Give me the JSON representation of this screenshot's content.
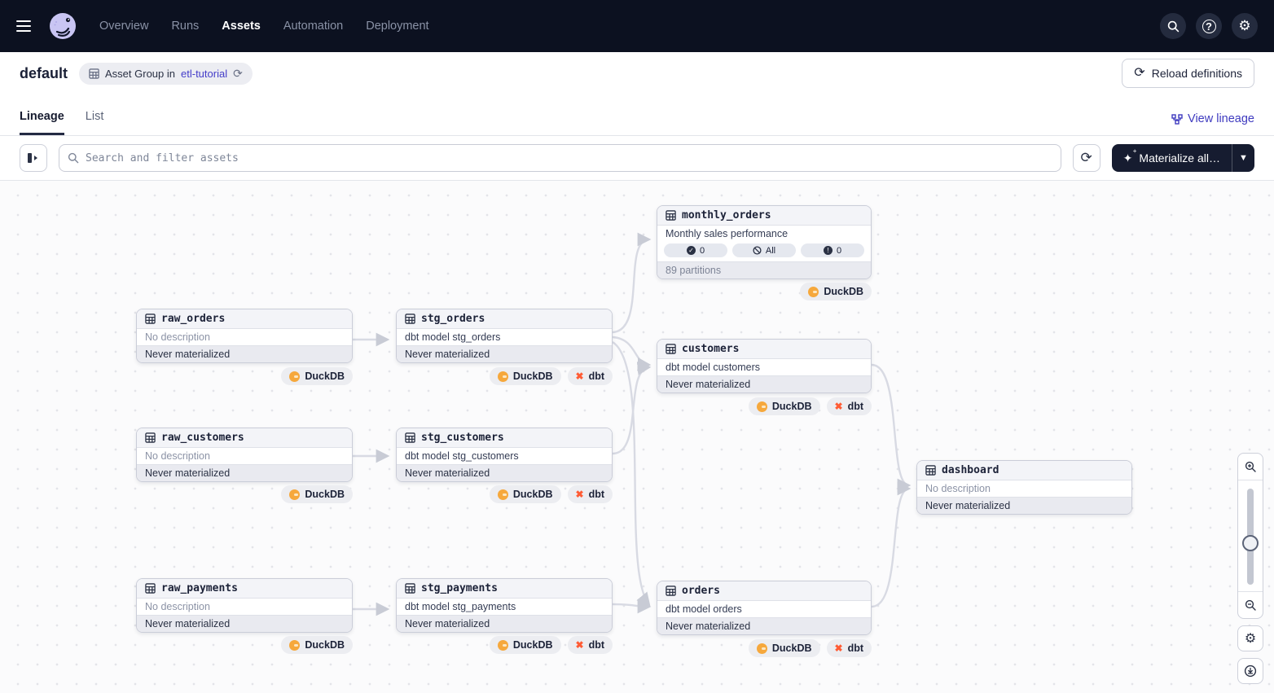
{
  "nav": {
    "items": [
      {
        "label": "Overview"
      },
      {
        "label": "Runs"
      },
      {
        "label": "Assets"
      },
      {
        "label": "Automation"
      },
      {
        "label": "Deployment"
      }
    ]
  },
  "header": {
    "title": "default",
    "group_badge": {
      "text": "Asset Group in",
      "link": "etl-tutorial"
    },
    "reload_button": "Reload definitions"
  },
  "tabs": {
    "lineage": "Lineage",
    "list": "List",
    "view_lineage": "View lineage"
  },
  "toolbar": {
    "search_placeholder": "Search and filter assets",
    "materialize_label": "Materialize all…"
  },
  "colors": {
    "nav_bg": "#0C1120",
    "accent_blurple": "#3E3ABF",
    "duckdb_orange": "#F6A83C",
    "dbt_orange": "#FF5C35",
    "edge_gray": "#D8DAE3"
  },
  "graph": {
    "nodes": [
      {
        "name": "monthly_orders",
        "description": "Monthly sales performance",
        "pills": {
          "materialized": "0",
          "missing": "All",
          "failed": "0"
        },
        "footer": "89 partitions",
        "badges": [
          "DuckDB"
        ]
      },
      {
        "name": "raw_orders",
        "description": "No description",
        "footer": "Never materialized",
        "badges": [
          "DuckDB"
        ]
      },
      {
        "name": "stg_orders",
        "description": "dbt model stg_orders",
        "footer": "Never materialized",
        "badges": [
          "DuckDB",
          "dbt"
        ]
      },
      {
        "name": "customers",
        "description": "dbt model customers",
        "footer": "Never materialized",
        "badges": [
          "DuckDB",
          "dbt"
        ]
      },
      {
        "name": "raw_customers",
        "description": "No description",
        "footer": "Never materialized",
        "badges": [
          "DuckDB"
        ]
      },
      {
        "name": "stg_customers",
        "description": "dbt model stg_customers",
        "footer": "Never materialized",
        "badges": [
          "DuckDB",
          "dbt"
        ]
      },
      {
        "name": "dashboard",
        "description": "No description",
        "footer": "Never materialized",
        "badges": []
      },
      {
        "name": "raw_payments",
        "description": "No description",
        "footer": "Never materialized",
        "badges": [
          "DuckDB"
        ]
      },
      {
        "name": "stg_payments",
        "description": "dbt model stg_payments",
        "footer": "Never materialized",
        "badges": [
          "DuckDB",
          "dbt"
        ]
      },
      {
        "name": "orders",
        "description": "dbt model orders",
        "footer": "Never materialized",
        "badges": [
          "DuckDB",
          "dbt"
        ]
      }
    ],
    "edges": [
      [
        "raw_orders",
        "stg_orders"
      ],
      [
        "raw_customers",
        "stg_customers"
      ],
      [
        "raw_payments",
        "stg_payments"
      ],
      [
        "stg_orders",
        "monthly_orders"
      ],
      [
        "stg_orders",
        "customers"
      ],
      [
        "stg_orders",
        "orders"
      ],
      [
        "stg_customers",
        "customers"
      ],
      [
        "stg_payments",
        "orders"
      ],
      [
        "customers",
        "dashboard"
      ],
      [
        "orders",
        "dashboard"
      ]
    ]
  }
}
